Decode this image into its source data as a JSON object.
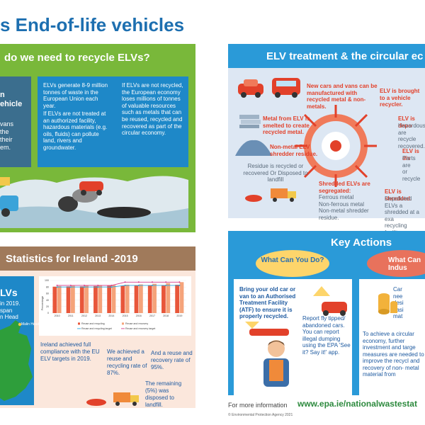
{
  "title": "s End-of-life vehicles",
  "why": {
    "title": "do we need to recycle ELVs?",
    "left_heading": "n\nehicle",
    "left_text": "vans\nthe\ntheir\nem.",
    "col1_p1": "ELVs generate 8-9 million tonnes of waste in the European Union each year.",
    "col1_p2": "If ELVs are not treated at an authorized facility, hazardous materials (e.g. oils, fluids) can pollute land, rivers and groundwater.",
    "col2_p1": "If ELVs are not recycled, the European economy loses millions of tonnes of valuable resources such as metals that can be reused, recycled and recovered as part of the circular economy."
  },
  "stats": {
    "title": "Statistics for Ireland -2019",
    "blue_title": "LVs",
    "blue_text": "in 2019.\nspan\nn Head",
    "marker_label": "Malin Head",
    "note1": "Ireland achieved full compliance with the EU ELV targets in 2019.",
    "note2": "We achieved a reuse and recycling rate of 87%.",
    "note3": "And a reuse and recovery rate of 95%.",
    "note4": "The remaining (5%) was disposed to landfill."
  },
  "chart_data": {
    "type": "bar",
    "categories": [
      "2010",
      "2011",
      "2012",
      "2013",
      "2014",
      "2015",
      "2016",
      "2017",
      "2018",
      "2019"
    ],
    "ylabel": "Percentage",
    "ylim": [
      0,
      100
    ],
    "yticks": [
      "0",
      "20",
      "40",
      "60",
      "80",
      "100"
    ],
    "series": [
      {
        "name": "Reuse and recycling",
        "values": [
          81,
          82,
          82,
          83,
          84,
          84,
          85,
          86,
          86,
          87
        ],
        "color": "#e8563a"
      },
      {
        "name": "Reuse and recovery",
        "values": [
          83,
          84,
          85,
          86,
          86,
          87,
          88,
          90,
          92,
          95
        ],
        "color": "#f5a37a"
      }
    ],
    "targets": [
      {
        "name": "Reuse and recycling target",
        "values": [
          80,
          80,
          80,
          80,
          80,
          85,
          85,
          85,
          85,
          85
        ],
        "color": "#29a8e0"
      },
      {
        "name": "Reuse and recovery target",
        "values": [
          85,
          85,
          85,
          85,
          85,
          95,
          95,
          95,
          95,
          95
        ],
        "color": "#d63a8c"
      }
    ]
  },
  "elv": {
    "title": "ELV treatment & the circular ec",
    "new_cars": "New cars and vans can be manufactured with recycled metal & non-metals.",
    "brought": "ELV is brought to a vehicle recycler.",
    "depollute_title": "ELV is depo",
    "depollute_text": "Hazardous\nare recycle\nrecovered.",
    "dismantled_title": "ELV is dis",
    "dismantled_text": "Parts are\nor recycle",
    "metal_smelted": "Metal from ELV is smelted to create recycled metal.",
    "nonmetal": "Non-metal ELV shredder residue.",
    "residue": "Residue is recycled or recovered Or Disposed to landfill",
    "segregated_title": "Shredded ELVs are segregated:",
    "segregated_text": "Ferrous metal\nNon-ferrous metal\nNon-metal shredder residue.",
    "shredded_title": "ELV is shredded.",
    "shredded_text": "Depolluted ELVs a\nshredded at a exa\nrecycling facility."
  },
  "key": {
    "title": "Key Actions",
    "you_label": "What Can You Do?",
    "ind_label": "What Can Indus",
    "you_text1": "Bring your old car or van to an Authorised Treatment Facility (ATF) to ensure it is properly recycled.",
    "you_text2": "Report fly tipped/ abandoned cars. You can report illegal dumping using the EPA 'See it? Say it!' app.",
    "ind_text1": "Car\nnee\ndesi\neasi\nmat",
    "ind_text2": "To achieve a circular economy, further investment and targe measures are needed to improve the recycl and recovery of non- metal material from"
  },
  "footer": {
    "more_info": "For more information",
    "url": "www.epa.ie/nationalwastestat",
    "copyright": "© Environmental Protection Agency 2021"
  },
  "colors": {
    "green": "#79b83a",
    "blue": "#1e88c8",
    "light_blue": "#2a9ad8",
    "brown": "#a07a5b",
    "peach": "#fbe7dc",
    "red": "#e2412a",
    "url_green": "#2d8a3e"
  }
}
